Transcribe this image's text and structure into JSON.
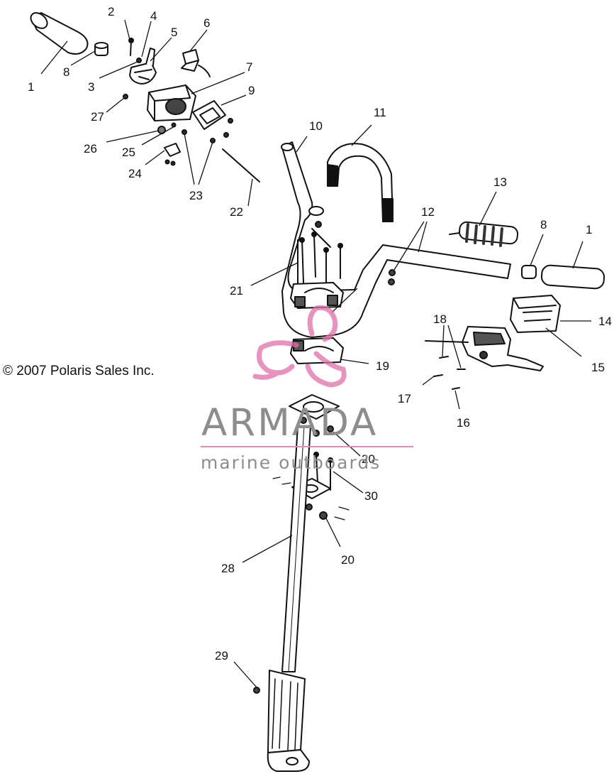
{
  "copyright": "© 2007 Polaris Sales Inc.",
  "watermark": {
    "brand": "ARMADA",
    "tagline": "marine outboards",
    "logo_color": "#e070a8",
    "text_color": "#8d8d8d"
  },
  "callouts": [
    "1",
    "2",
    "3",
    "4",
    "5",
    "6",
    "7",
    "8",
    "9",
    "10",
    "11",
    "12",
    "13",
    "8",
    "1",
    "14",
    "15",
    "16",
    "17",
    "18",
    "19",
    "20",
    "20",
    "21",
    "22",
    "23",
    "24",
    "25",
    "26",
    "27",
    "28",
    "29",
    "30"
  ]
}
